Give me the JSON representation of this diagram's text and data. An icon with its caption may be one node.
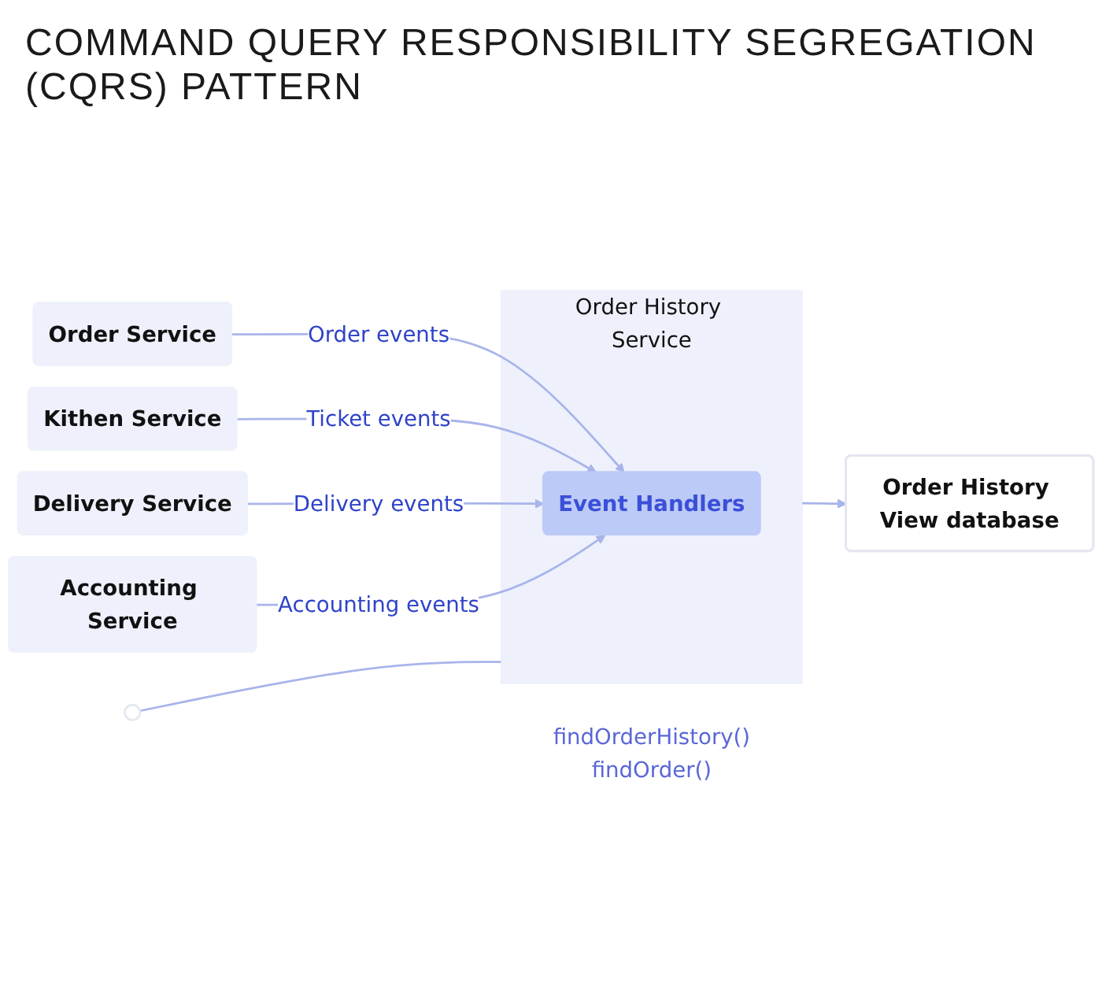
{
  "diagram": {
    "title": "COMMAND QUERY RESPONSIBILITY SEGREGATION (CQRS) PATTERN",
    "nodes": [
      {
        "text": [
          "Order Service"
        ]
      },
      {
        "text": [
          "Kithen Service"
        ]
      },
      {
        "text": [
          "Delivery Service"
        ]
      },
      {
        "text": [
          "Accounting Service"
        ]
      },
      {
        "text": [],
        "shape": "circle",
        "beside": [
          "findOrderHistory()",
          "findOrder()"
        ]
      },
      {
        "text": [
          "Order History Service"
        ]
      },
      {
        "text": [
          "Event Handlers"
        ],
        "in": 5
      },
      {
        "text": [
          "Order History View database"
        ]
      }
    ],
    "edges": [
      {
        "from": 0,
        "to": 6,
        "arrow": "to",
        "label": "Order events"
      },
      {
        "from": 1,
        "to": 6,
        "arrow": "to",
        "label": "Ticket events"
      },
      {
        "from": 2,
        "to": 6,
        "arrow": "to",
        "label": "Delivery events"
      },
      {
        "from": 3,
        "to": 6,
        "arrow": "to",
        "label": "Accounting events"
      },
      {
        "from": 4,
        "to": 5,
        "arrow": "none"
      },
      {
        "from": 5,
        "to": 7,
        "arrow": "to"
      }
    ]
  }
}
